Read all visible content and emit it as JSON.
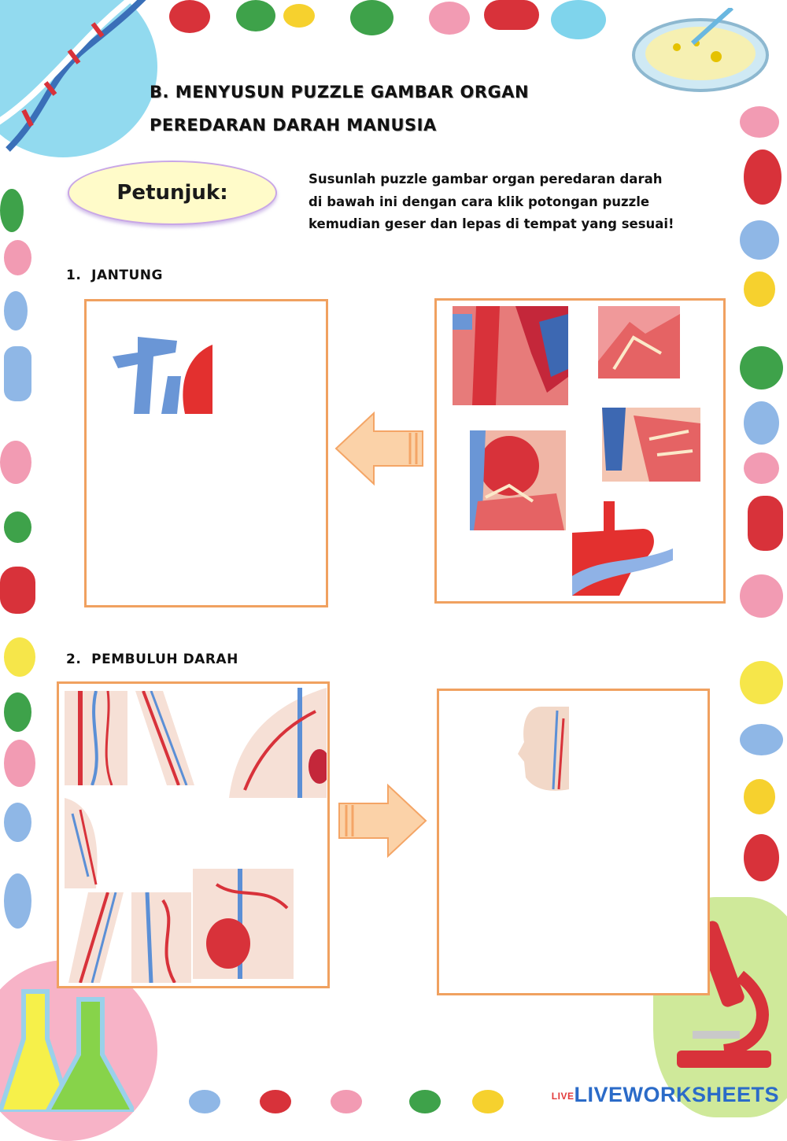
{
  "title_line1": "B. MENYUSUN PUZZLE GAMBAR ORGAN",
  "title_line2": "PEREDARAN DARAH MANUSIA",
  "petunjuk_label": "Petunjuk:",
  "instruction_lines": [
    "Susunlah puzzle gambar organ peredaran darah",
    "di bawah ini dengan cara klik potongan puzzle",
    "kemudian geser dan lepas di tempat yang sesuai!"
  ],
  "section1": {
    "number": "1.",
    "label": "JANTUNG"
  },
  "section2": {
    "number": "2.",
    "label": "PEMBULUH DARAH"
  },
  "footer": {
    "brand": "LIVEWORKSHEETS",
    "badge": "LIVE"
  },
  "colors": {
    "box_border": "#f0a160",
    "arrow_fill": "#fbd2a8",
    "artery": "#d8323a",
    "vein": "#5b8fd6",
    "tissue": "#f4a4a0"
  },
  "icons": [
    "dna-icon",
    "petri-dish-icon",
    "microscope-icon",
    "flask-icon",
    "germ-icon"
  ]
}
